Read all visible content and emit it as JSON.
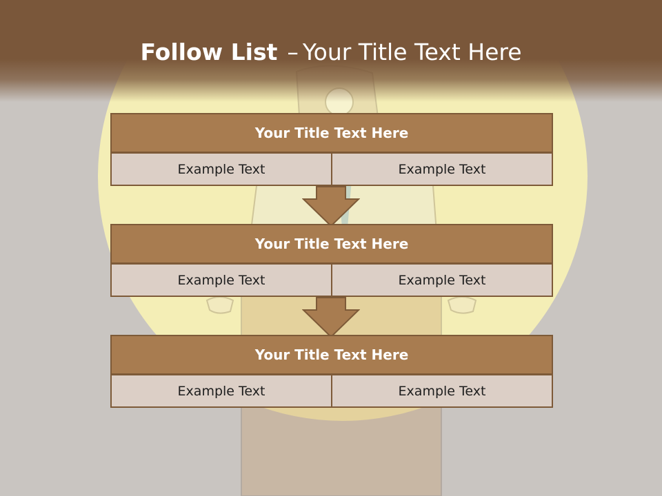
{
  "slide": {
    "title_bold": "Follow List",
    "title_sep": "–",
    "title_rest": "Your Title Text Here"
  },
  "blocks": [
    {
      "title": "Your Title Text Here",
      "left": "Example Text",
      "right": "Example Text"
    },
    {
      "title": "Your Title Text Here",
      "left": "Example Text",
      "right": "Example Text"
    },
    {
      "title": "Your Title Text Here",
      "left": "Example Text",
      "right": "Example Text"
    }
  ],
  "colors": {
    "header": "#7a573a",
    "block_title": "#a87c50",
    "cell": "#dccfc6",
    "border": "#7d5a38",
    "sun": "#f4eeb6",
    "background": "#c9c5c1"
  }
}
